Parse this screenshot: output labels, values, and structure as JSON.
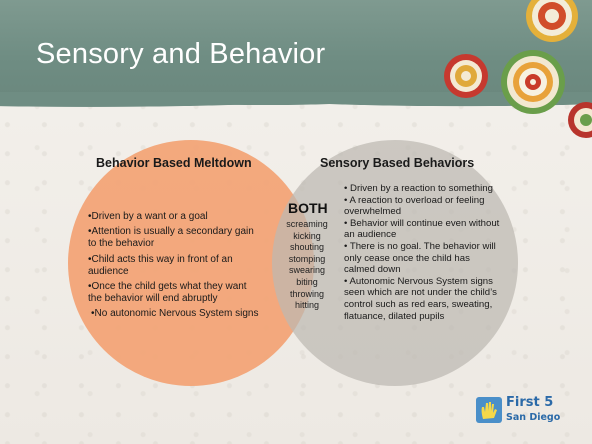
{
  "slide": {
    "title": "Sensory and Behavior"
  },
  "venn": {
    "left": {
      "title": "Behavior Based Meltdown",
      "items": [
        "•Driven by a want or a goal",
        "•Attention is usually a secondary gain to the behavior",
        "•Child acts this way in front of an audience",
        "•Once the child gets what they want the behavior will end abruptly",
        "•No autonomic Nervous System signs"
      ]
    },
    "both": {
      "title": "BOTH",
      "items": [
        "screaming",
        "kicking",
        "shouting",
        "stomping",
        "swearing",
        "biting",
        "throwing",
        "hitting"
      ]
    },
    "right": {
      "title": "Sensory Based Behaviors",
      "items": [
        "• Driven by a reaction to something",
        "• A reaction to overload or feeling overwhelmed",
        "• Behavior will continue even without an audience",
        "• There is no goal. The behavior will only cease once the child has calmed down",
        "• Autonomic Nervous System signs seen which are not under the child’s control such as red ears, sweating, flatuance, dilated pupils"
      ]
    }
  },
  "logo": {
    "line1": "First 5",
    "line2": "San Diego"
  },
  "colors": {
    "left_circle": "#f2a477",
    "right_circle": "#c6c3bd",
    "header": "#738f85"
  }
}
